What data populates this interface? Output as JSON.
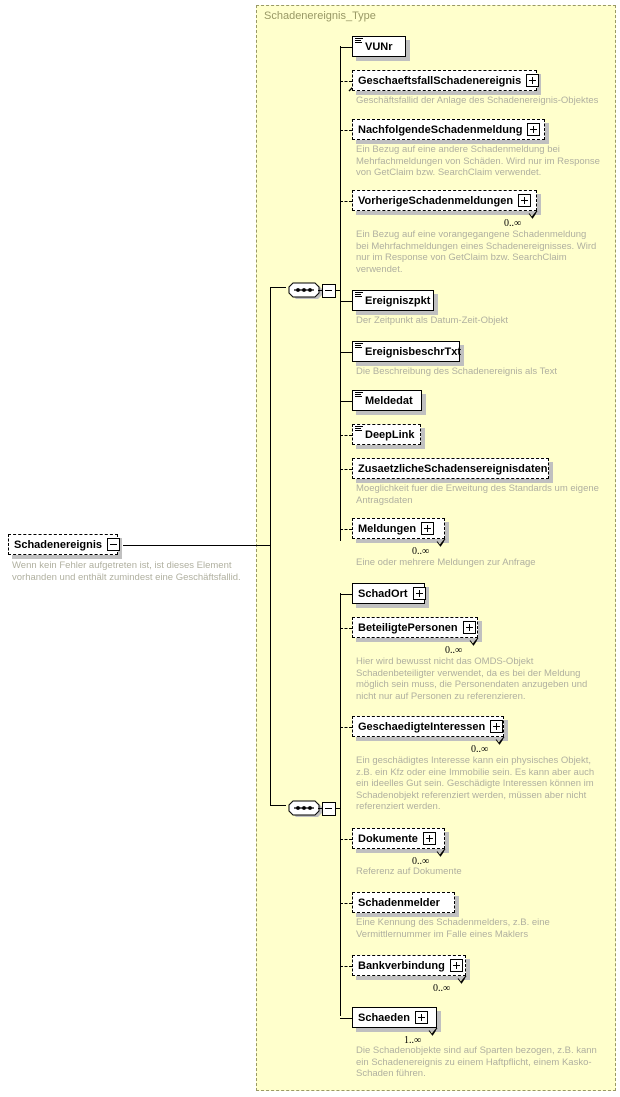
{
  "diagram": {
    "kind": "xsd-schema-diagram",
    "root_element": {
      "name": "Schadenereignis",
      "optional": true,
      "expander": "minus",
      "documentation": "Wenn kein Fehler aufgetreten ist, ist dieses Element vorhanden und enthält zumindest eine Geschäftsfallid."
    },
    "type_container": {
      "title": "Schadenereignis_Type"
    },
    "sequence_icon_name": "sequence-compositor",
    "groups": [
      {
        "id": "sequence-1",
        "compositor": "sequence",
        "expander": "minus",
        "children": [
          {
            "name": "VUNr",
            "optional": false,
            "simple": true,
            "expandable": false,
            "occurs": "",
            "documentation": ""
          },
          {
            "name": "GeschaeftsfallSchadenereignis",
            "optional": true,
            "simple": false,
            "expandable": true,
            "reference": true,
            "occurs": "",
            "documentation": "Geschäftsfallid der Anlage des Schadenereignis-Objektes"
          },
          {
            "name": "NachfolgendeSchadenmeldung",
            "optional": true,
            "simple": false,
            "expandable": true,
            "occurs": "",
            "documentation": "Ein Bezug auf eine andere Schadenmeldung bei Mehrfachmeldungen von Schäden. Wird nur im Response von GetClaim bzw. SearchClaim verwendet."
          },
          {
            "name": "VorherigeSchadenmeldungen",
            "optional": true,
            "simple": false,
            "expandable": true,
            "occurs": "0..∞",
            "documentation": "Ein Bezug auf eine vorangegangene Schadenmeldung bei Mehrfachmeldungen eines Schadenereignisses. Wird nur im Response von GetClaim bzw. SearchClaim verwendet."
          },
          {
            "name": "Ereigniszpkt",
            "optional": false,
            "simple": true,
            "expandable": false,
            "occurs": "",
            "documentation": "Der Zeitpunkt als Datum-Zeit-Objekt"
          },
          {
            "name": "EreignisbeschrTxt",
            "optional": false,
            "simple": true,
            "expandable": false,
            "occurs": "",
            "documentation": "Die Beschreibung des Schadenereignis als Text"
          },
          {
            "name": "Meldedat",
            "optional": false,
            "simple": true,
            "expandable": false,
            "occurs": "",
            "documentation": ""
          },
          {
            "name": "DeepLink",
            "optional": true,
            "simple": true,
            "expandable": false,
            "occurs": "",
            "documentation": ""
          },
          {
            "name": "ZusaetzlicheSchadensereignisdaten",
            "optional": true,
            "simple": false,
            "expandable": false,
            "occurs": "",
            "documentation": "Moeglichkeit fuer die Erweitung des Standards um eigene Antragsdaten"
          },
          {
            "name": "Meldungen",
            "optional": true,
            "simple": false,
            "expandable": true,
            "occurs": "0..∞",
            "documentation": "Eine oder mehrere Meldungen zur Anfrage"
          }
        ]
      },
      {
        "id": "sequence-2",
        "compositor": "sequence",
        "expander": "minus",
        "children": [
          {
            "name": "SchadOrt",
            "optional": false,
            "simple": false,
            "expandable": true,
            "occurs": "",
            "documentation": ""
          },
          {
            "name": "BeteiligtePersonen",
            "optional": true,
            "simple": false,
            "expandable": true,
            "occurs": "0..∞",
            "documentation": "Hier wird bewusst nicht das OMDS-Objekt Schadenbeteiligter verwendet, da es bei der Meldung möglich sein muss, die Personendaten anzugeben und nicht nur auf Personen zu referenzieren."
          },
          {
            "name": "GeschaedigteInteressen",
            "optional": true,
            "simple": false,
            "expandable": true,
            "occurs": "0..∞",
            "documentation": "Ein geschädigtes Interesse kann ein physisches Objekt, z.B. ein Kfz oder eine Immobilie sein. Es kann aber auch ein ideelles Gut sein. Geschädigte Interessen können im Schadenobjekt referenziert werden, müssen aber nicht referenziert werden."
          },
          {
            "name": "Dokumente",
            "optional": true,
            "simple": false,
            "expandable": true,
            "occurs": "0..∞",
            "documentation": "Referenz auf Dokumente"
          },
          {
            "name": "Schadenmelder",
            "optional": true,
            "simple": false,
            "expandable": false,
            "occurs": "",
            "documentation": "Eine Kennung des Schadenmelders, z.B. eine Vermittlernummer im Falle eines Maklers"
          },
          {
            "name": "Bankverbindung",
            "optional": true,
            "simple": false,
            "expandable": true,
            "occurs": "0..∞",
            "documentation": ""
          },
          {
            "name": "Schaeden",
            "optional": false,
            "simple": false,
            "expandable": true,
            "occurs": "1..∞",
            "documentation": "Die Schadenobjekte sind auf Sparten bezogen, z.B. kann ein Schadenereignis zu einem Haftpflicht, einem Kasko-Schaden führen."
          }
        ]
      }
    ],
    "colors": {
      "container_bg": "#ffffcc",
      "container_border": "#999966",
      "title_text": "#999966",
      "node_bg": "#ffffff",
      "node_border": "#000000",
      "shadow": "#c0c0c0",
      "doc_text": "#b0b0a0"
    }
  }
}
